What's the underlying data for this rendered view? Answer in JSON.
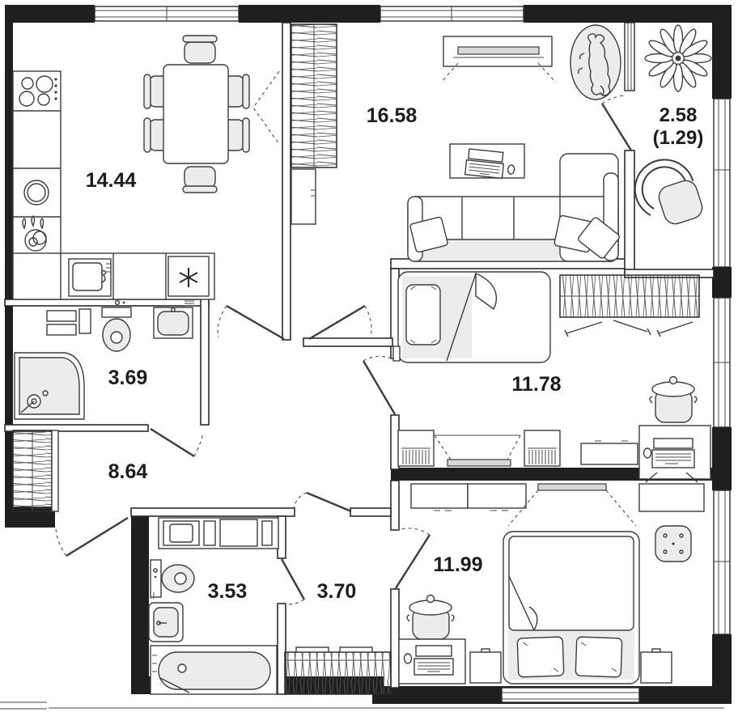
{
  "plan": {
    "type": "apartment-floor-plan",
    "rooms": {
      "kitchen_dining": {
        "label": "14.44"
      },
      "living_room": {
        "label": "16.58"
      },
      "loggia": {
        "label": "2.58",
        "label_reduced": "(1.29)"
      },
      "bathroom": {
        "label": "3.69"
      },
      "hallway": {
        "label": "8.64"
      },
      "kids_room": {
        "label": "11.78"
      },
      "bathroom_2": {
        "label": "3.53"
      },
      "hallway_2": {
        "label": "3.70"
      },
      "bedroom": {
        "label": "11.99"
      }
    },
    "colors": {
      "walls": "#1f1f1f",
      "lines": "#3c3c3c",
      "furniture_fill": "#ececec",
      "background": "#ffffff"
    }
  }
}
